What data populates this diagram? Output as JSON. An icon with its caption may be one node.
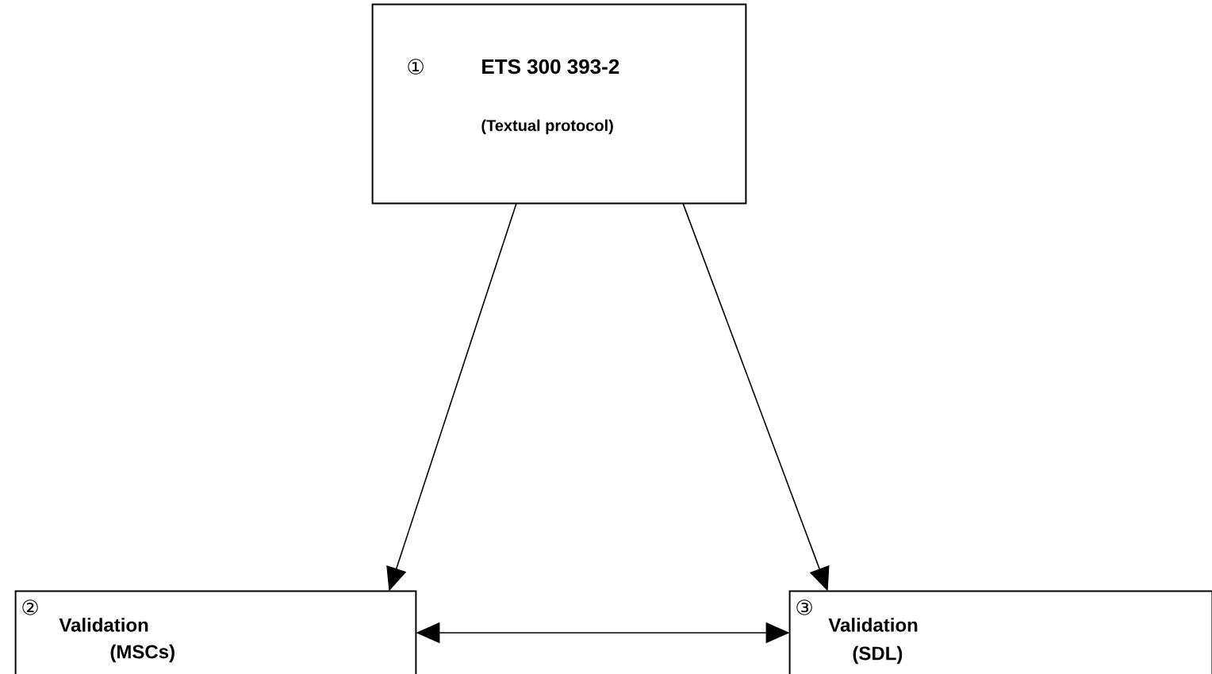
{
  "diagram": {
    "nodes": [
      {
        "text": [
          "①",
          "ETS 300 393-2",
          "(Textual protocol)"
        ]
      },
      {
        "text": [
          "②",
          "Validation",
          "(MSCs)"
        ]
      },
      {
        "text": [
          "③",
          "Validation",
          "(SDL)"
        ]
      }
    ],
    "edges": [
      {
        "from": 0,
        "to": 1,
        "arrow": "to"
      },
      {
        "from": 0,
        "to": 2,
        "arrow": "to"
      },
      {
        "from": 1,
        "to": 2,
        "arrow": "both"
      }
    ]
  }
}
